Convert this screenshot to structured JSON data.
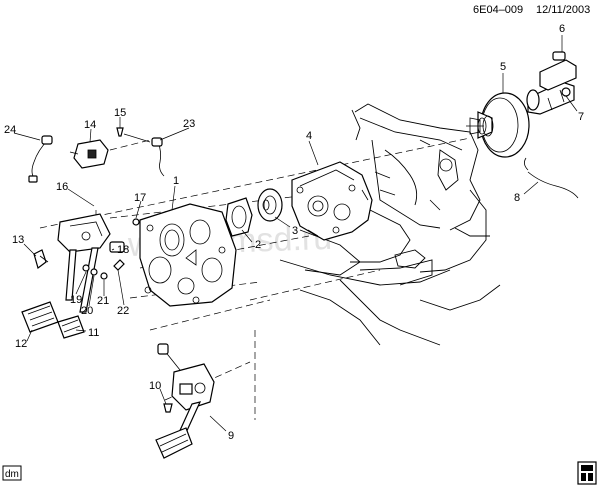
{
  "header": {
    "figure_id": "6E04–009",
    "date": "12/11/2003"
  },
  "watermark": "www.gmsd.ru",
  "corner_badges": {
    "left": "dm"
  },
  "callouts": [
    {
      "label": "1"
    },
    {
      "label": "2"
    },
    {
      "label": "3"
    },
    {
      "label": "4"
    },
    {
      "label": "5"
    },
    {
      "label": "6"
    },
    {
      "label": "7"
    },
    {
      "label": "8"
    },
    {
      "label": "9"
    },
    {
      "label": "10"
    },
    {
      "label": "11"
    },
    {
      "label": "12"
    },
    {
      "label": "13"
    },
    {
      "label": "14"
    },
    {
      "label": "15"
    },
    {
      "label": "16"
    },
    {
      "label": "17"
    },
    {
      "label": "18"
    },
    {
      "label": "19"
    },
    {
      "label": "20"
    },
    {
      "label": "21"
    },
    {
      "label": "22"
    },
    {
      "label": "23"
    },
    {
      "label": "24"
    }
  ]
}
